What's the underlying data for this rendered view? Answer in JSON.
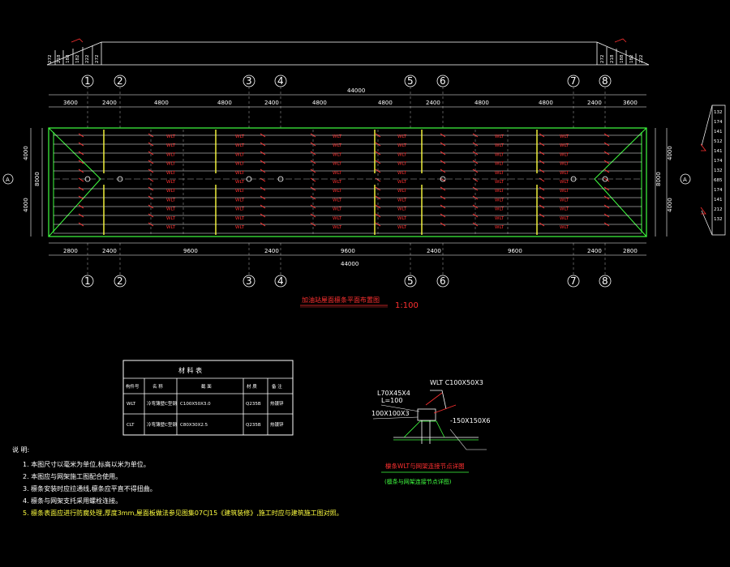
{
  "drawing": {
    "total_dim": "44000",
    "top_dims": [
      "3600",
      "2400",
      "4800",
      "4800",
      "2400",
      "4800",
      "4800",
      "2400",
      "4800",
      "4800",
      "2400",
      "3600"
    ],
    "bottom_dims": [
      "2800",
      "2400",
      "9600",
      "2400",
      "9600",
      "2400",
      "9600",
      "2400",
      "2800"
    ],
    "left_dims": [
      "4000",
      "8000",
      "4000"
    ],
    "right_dims": [
      "4000",
      "8000",
      "4000"
    ],
    "axes": [
      "1",
      "2",
      "3",
      "4",
      "5",
      "6",
      "7",
      "8"
    ],
    "purlin_label": "WLT",
    "section_label": "A",
    "title": "加油站屋面檩条平面布置图",
    "scale": "1:100",
    "profile_dims_left": [
      "272",
      "218",
      "188",
      "182",
      "222"
    ],
    "profile_dims_right": [
      "272",
      "218",
      "188",
      "182",
      "222"
    ],
    "side_dims": [
      "132",
      "174",
      "141",
      "512",
      "141",
      "174",
      "132",
      "685",
      "174",
      "141",
      "212",
      "132"
    ]
  },
  "table": {
    "title": "材 料 表",
    "headers": [
      "构件号",
      "名 称",
      "截 面",
      "材 质",
      "备 注"
    ],
    "rows": [
      {
        "code": "WLT",
        "name": "冷弯薄壁C型钢",
        "section": "C100X50X3.0",
        "material": "Q235B",
        "remark": "热镀锌"
      },
      {
        "code": "CLT",
        "name": "冷弯薄壁C型钢",
        "section": "C80X30X2.5",
        "material": "Q235B",
        "remark": "热镀锌"
      }
    ]
  },
  "detail": {
    "label_angle": "L70X45X4",
    "label_l": "L=100",
    "label_wlt": "WLT C100X50X3",
    "label_box": "100X100X3",
    "label_plate": "-150X150X6",
    "caption1": "檩条WLT与网架连接节点详图",
    "caption2": "(檩条与网架连接节点详图)"
  },
  "notes": {
    "heading": "说 明:",
    "items": [
      "1.  本图尺寸以毫米为单位,标高以米为单位。",
      "2.  本图应与网架施工图配合使用。",
      "3.  檩条安装时应拉通线,檩条应平直不得扭曲。",
      "4.  檩条与网架支托采用螺栓连接。",
      "5.  檩条表面应进行防腐处理,厚度3mm,屋面板做法参见图集07CJ15《建筑装修》,施工时应与建筑施工图对照。"
    ]
  },
  "colors": {
    "white": "#ffffff",
    "red": "#ff3030",
    "yellow": "#ffff40",
    "green": "#40ff40",
    "gray": "#b0b0b0"
  }
}
